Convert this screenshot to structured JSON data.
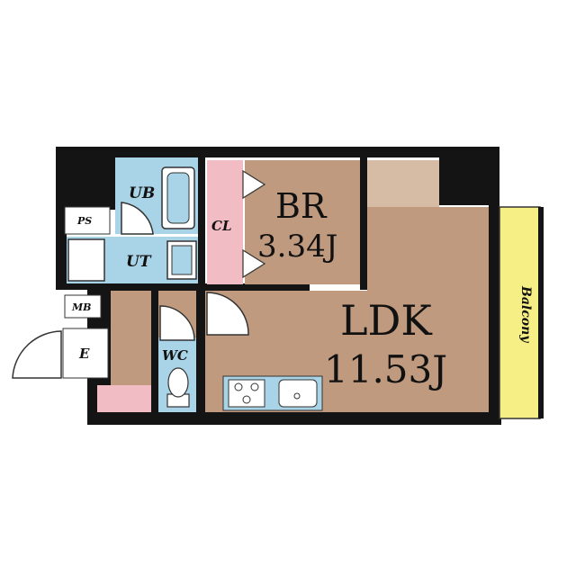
{
  "rooms": {
    "br": {
      "name": "BR",
      "size": "3.34J"
    },
    "ldk": {
      "name": "LDK",
      "size": "11.53J"
    },
    "ub": "UB",
    "ut": "UT",
    "cl": "CL",
    "wc": "WC",
    "ps": "PS",
    "mb": "MB",
    "entrance": "E",
    "balcony": "Balcony"
  },
  "colors": {
    "wall": "#141414",
    "floor_wood": "#bf9a7e",
    "floor_wood_light": "#d7bca5",
    "wet_area": "#a9d3e6",
    "closet": "#f2bcc4",
    "balcony": "#f5ef86",
    "fixture": "#ffffff"
  }
}
